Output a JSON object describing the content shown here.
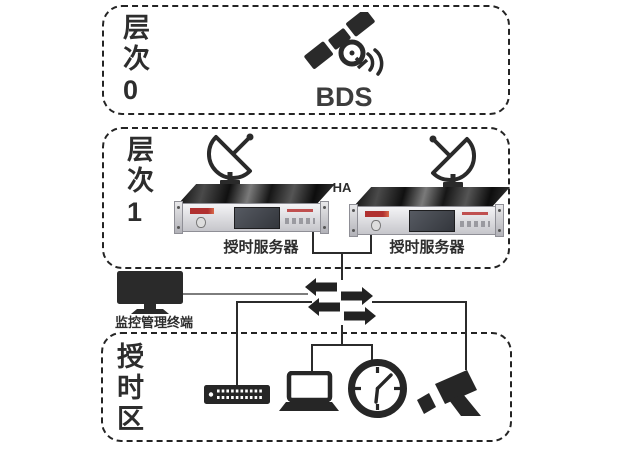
{
  "colors": {
    "background": "#ffffff",
    "ink": "#2a2a2a",
    "dashed_border": "#242424",
    "connector": "#2b2b2b",
    "monitor_connector": "#7d7d7d",
    "server_panel": "#d9d9de",
    "server_top": "#1a1a1a",
    "logo_red": "#b03030"
  },
  "layer0": {
    "label": "层次0",
    "satellite_name": "BDS"
  },
  "layer1": {
    "label": "层次1",
    "ha_link_label": "HA",
    "servers": [
      {
        "label": "授时服务器"
      },
      {
        "label": "授时服务器"
      }
    ]
  },
  "management": {
    "monitor_label": "监控管理终端"
  },
  "timing_zone": {
    "label": "授时区"
  },
  "icons": {
    "satellite": "bds-satellite-icon",
    "dish": "satellite-dish-icon",
    "monitor": "monitor-icon",
    "data_switch": "data-flow-arrows-icon",
    "ethernet_switch": "ethernet-switch-icon",
    "laptop": "laptop-icon",
    "clock": "clock-icon",
    "camera": "cctv-camera-icon"
  }
}
